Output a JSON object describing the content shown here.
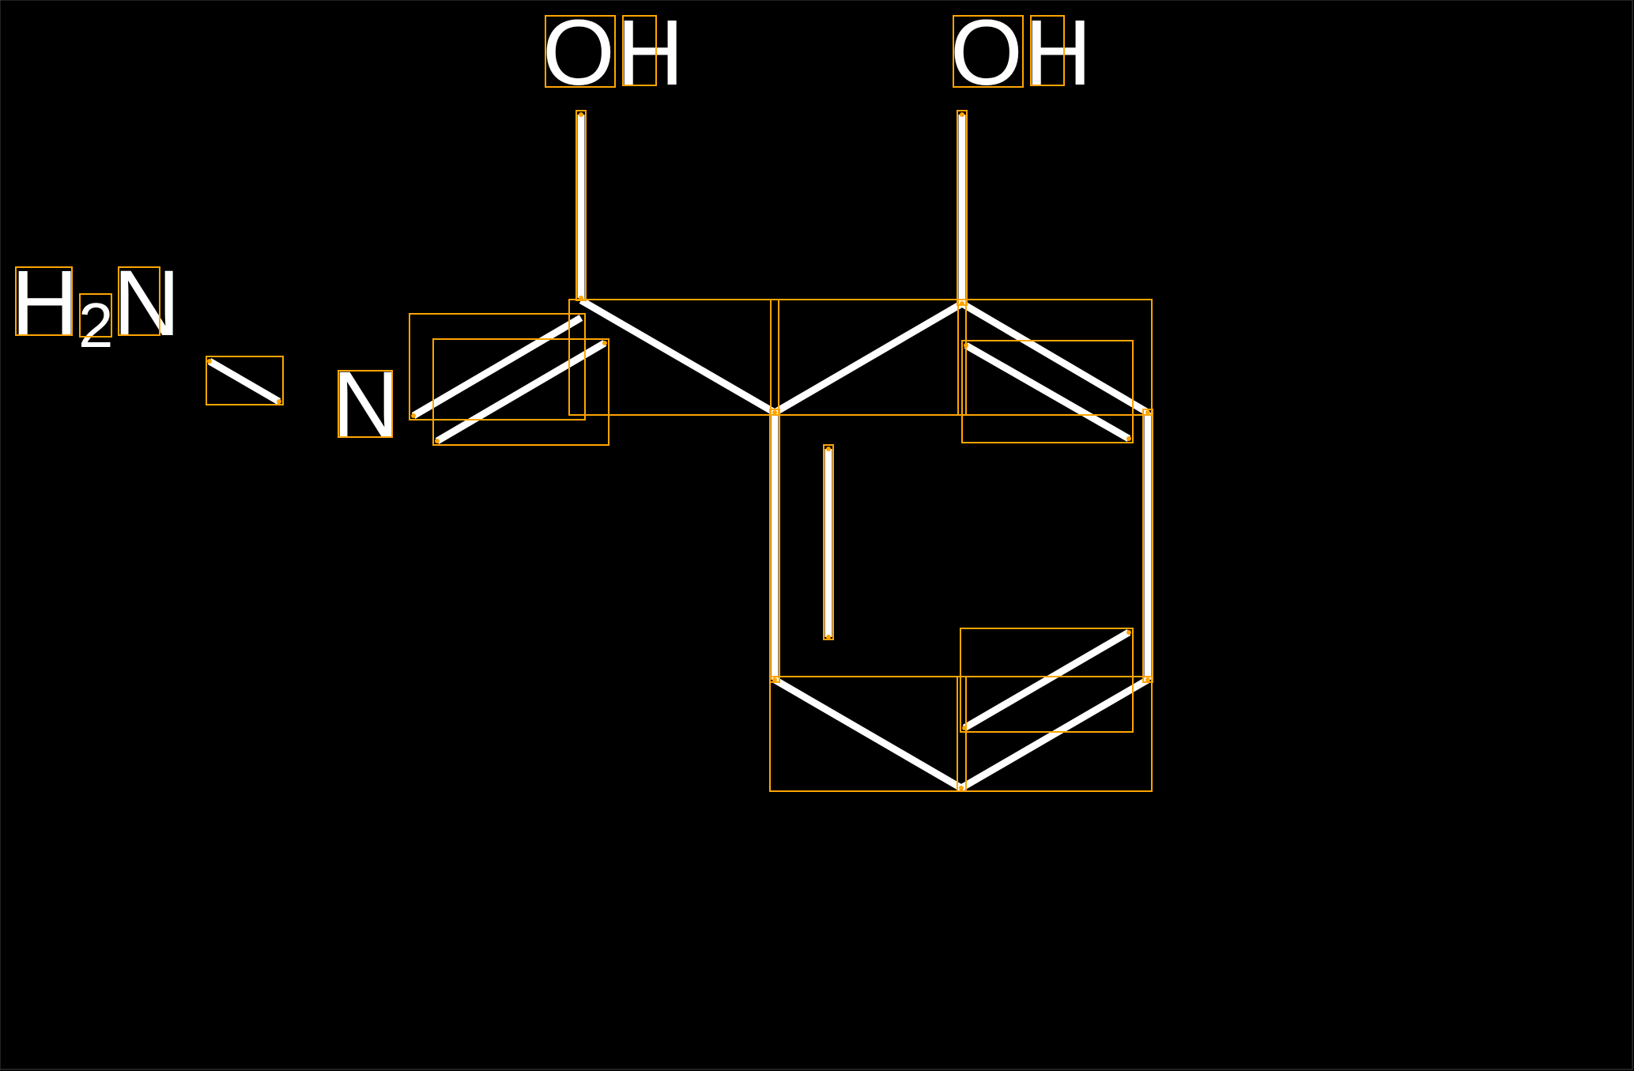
{
  "molecule": {
    "labels": {
      "oh_left": {
        "o": "O",
        "h": "H"
      },
      "oh_right": {
        "o": "O",
        "h": "H"
      },
      "amine": {
        "h": "H",
        "sub": "2",
        "n": "N"
      },
      "nitrogen": "N"
    }
  },
  "colors": {
    "background": "#000000",
    "bond": "#FFFFFF",
    "annotation_box": "#FFA500"
  }
}
